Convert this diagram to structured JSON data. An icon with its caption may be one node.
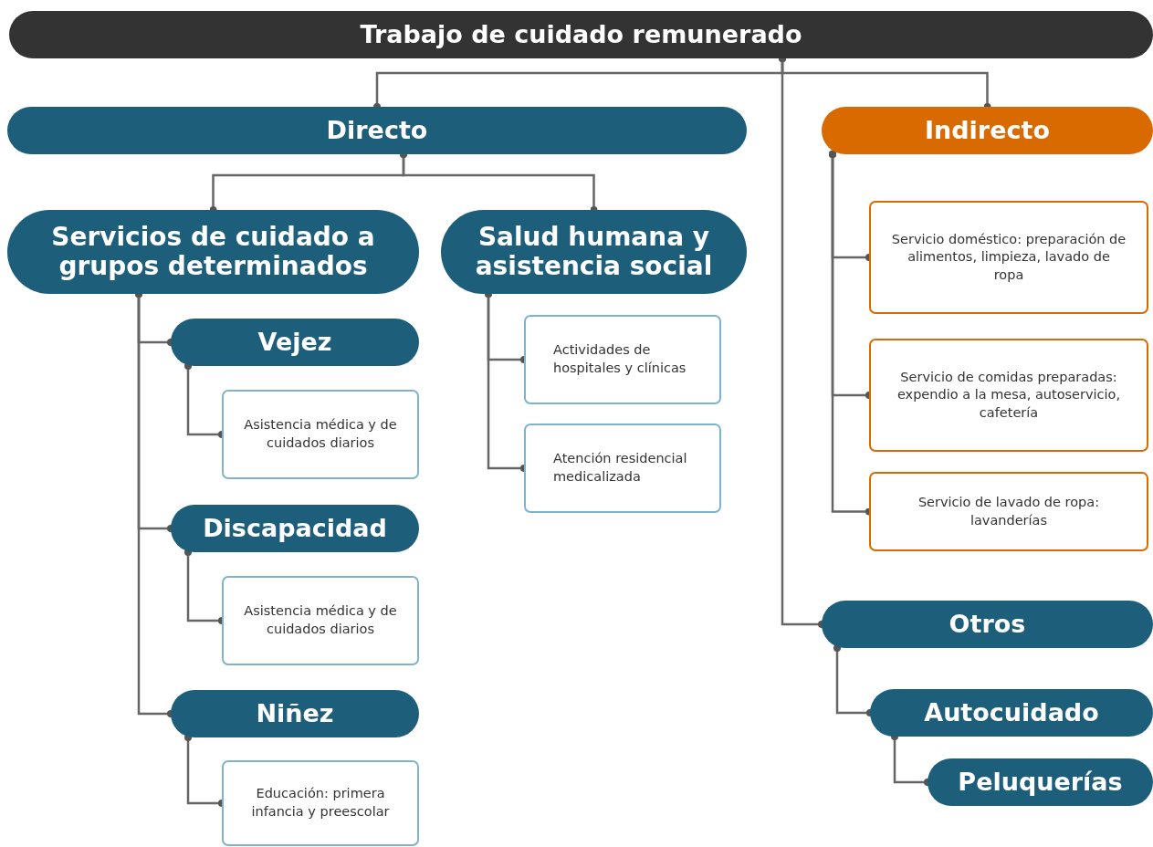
{
  "diagram": {
    "nodes": [
      {
        "text": [
          "Trabajo de cuidado remunerado"
        ]
      },
      {
        "text": [
          "Directo"
        ]
      },
      {
        "text": [
          "Indirecto"
        ]
      },
      {
        "text": [
          "Servicios de cuidado a grupos determinados"
        ]
      },
      {
        "text": [
          "Salud humana y asistencia social"
        ]
      },
      {
        "text": [
          "Vejez"
        ]
      },
      {
        "text": [
          "Asistencia médica y de cuidados diarios"
        ]
      },
      {
        "text": [
          "Discapacidad"
        ]
      },
      {
        "text": [
          "Asistencia médica y de cuidados diarios"
        ]
      },
      {
        "text": [
          "Niñez"
        ]
      },
      {
        "text": [
          "Educación: primera infancia y preescolar"
        ]
      },
      {
        "text": [
          "Actividades de hospitales y clínicas"
        ]
      },
      {
        "text": [
          "Atención residencial medicalizada"
        ]
      },
      {
        "text": [
          "Servicio doméstico: preparación de alimentos, limpieza, lavado de ropa"
        ]
      },
      {
        "text": [
          "Servicio de comidas preparadas: expendio a la mesa, autoservicio, cafetería"
        ]
      },
      {
        "text": [
          "Servicio de lavado de ropa: lavanderías"
        ]
      },
      {
        "text": [
          "Otros"
        ]
      },
      {
        "text": [
          "Autocuidado"
        ]
      },
      {
        "text": [
          "Peluquerías"
        ]
      }
    ],
    "edges": [
      {
        "from": 0,
        "to": 1,
        "arrow": "other"
      },
      {
        "from": 0,
        "to": 2,
        "arrow": "other"
      },
      {
        "from": 1,
        "to": 3,
        "arrow": "other"
      },
      {
        "from": 1,
        "to": 4,
        "arrow": "other"
      },
      {
        "from": 3,
        "to": 5,
        "arrow": "other"
      },
      {
        "from": 3,
        "to": 7,
        "arrow": "other"
      },
      {
        "from": 3,
        "to": 9,
        "arrow": "other"
      },
      {
        "from": 5,
        "to": 6,
        "arrow": "other"
      },
      {
        "from": 7,
        "to": 8,
        "arrow": "other"
      },
      {
        "from": 9,
        "to": 10,
        "arrow": "other"
      },
      {
        "from": 4,
        "to": 11,
        "arrow": "other"
      },
      {
        "from": 4,
        "to": 12,
        "arrow": "other"
      },
      {
        "from": 2,
        "to": 13,
        "arrow": "other"
      },
      {
        "from": 2,
        "to": 14,
        "arrow": "other"
      },
      {
        "from": 2,
        "to": 15,
        "arrow": "other"
      },
      {
        "from": 0,
        "to": 16,
        "arrow": "other"
      },
      {
        "from": 16,
        "to": 17,
        "arrow": "other"
      },
      {
        "from": 17,
        "to": 18,
        "arrow": "other"
      }
    ]
  }
}
